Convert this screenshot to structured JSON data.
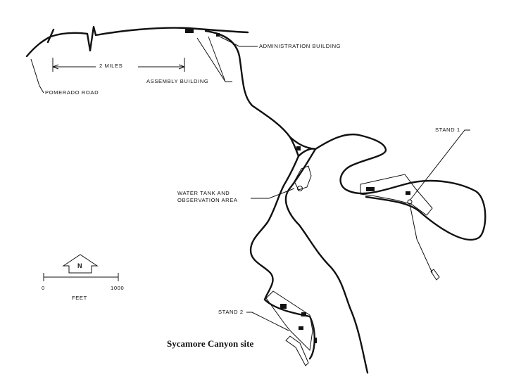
{
  "map": {
    "caption": "Sycamore Canyon site",
    "labels": {
      "administration_building": "ADMINISTRATION BUILDING",
      "assembly_building": "ASSEMBLY BUILDING",
      "pomerado_road": "POMERADO ROAD",
      "distance": "2 MILES",
      "water_tank_line1": "WATER TANK AND",
      "water_tank_line2": "OBSERVATION AREA",
      "stand_1": "STAND 1",
      "stand_2": "STAND 2"
    },
    "scale_bar": {
      "start": "0",
      "end": "1000",
      "unit": "FEET"
    },
    "north_arrow": "N"
  }
}
